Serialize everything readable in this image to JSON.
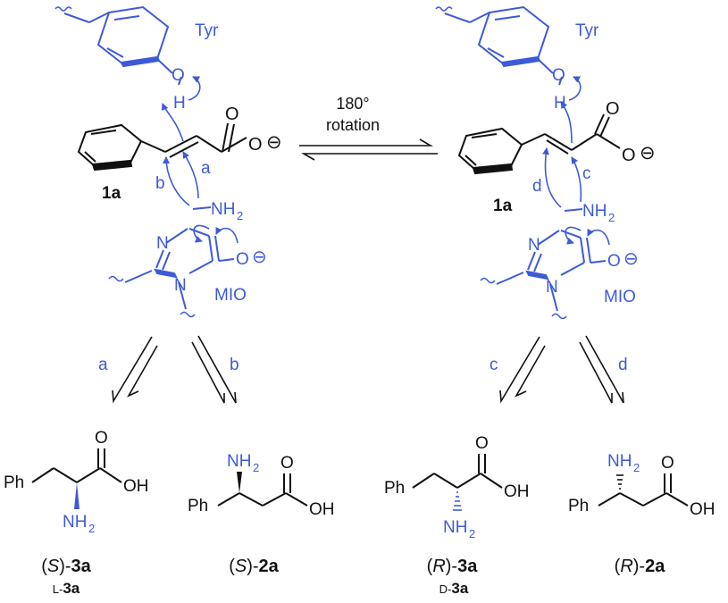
{
  "colors": {
    "black": "#111111",
    "blue": "#3d5ad8"
  },
  "equilibrium": {
    "line1": "180°",
    "line2": "rotation"
  },
  "left_complex": {
    "tyr": "Tyr",
    "h": "H",
    "o": "O",
    "carboxylate_o": "O",
    "minus": "⊖",
    "arrow_a": "a",
    "arrow_b": "b",
    "substrate_number": "1a",
    "amine_nh": "NH",
    "amine_sub": "2",
    "imidazole_n_top": "N",
    "imidazole_n_bottom": "N",
    "alkoxide_o": "O",
    "alkoxide_minus": "⊖",
    "mio": "MIO"
  },
  "right_complex": {
    "tyr": "Tyr",
    "h": "H",
    "o": "O",
    "carboxylate_o": "O",
    "minus": "⊖",
    "arrow_c": "c",
    "arrow_d": "d",
    "substrate_number": "1a",
    "amine_nh": "NH",
    "amine_sub": "2",
    "imidazole_n_top": "N",
    "imidazole_n_bottom": "N",
    "alkoxide_o": "O",
    "alkoxide_minus": "⊖",
    "mio": "MIO"
  },
  "pathway_labels": {
    "a": "a",
    "b": "b",
    "c": "c",
    "d": "d"
  },
  "products": [
    {
      "ph": "Ph",
      "o": "O",
      "oh": "OH",
      "nh": "NH",
      "nh_sub": "2",
      "config_open": "(",
      "config": "S",
      "config_close": ")-",
      "number": "3a",
      "alt_prefix": "L-",
      "alt_number": "3a"
    },
    {
      "ph": "Ph",
      "o": "O",
      "oh": "OH",
      "nh": "NH",
      "nh_sub": "2",
      "config_open": "(",
      "config": "S",
      "config_close": ")-",
      "number": "2a"
    },
    {
      "ph": "Ph",
      "o": "O",
      "oh": "OH",
      "nh": "NH",
      "nh_sub": "2",
      "config_open": "(",
      "config": "R",
      "config_close": ")-",
      "number": "3a",
      "alt_prefix": "D-",
      "alt_number": "3a"
    },
    {
      "ph": "Ph",
      "o": "O",
      "oh": "OH",
      "nh": "NH",
      "nh_sub": "2",
      "config_open": "(",
      "config": "R",
      "config_close": ")-",
      "number": "2a"
    }
  ]
}
